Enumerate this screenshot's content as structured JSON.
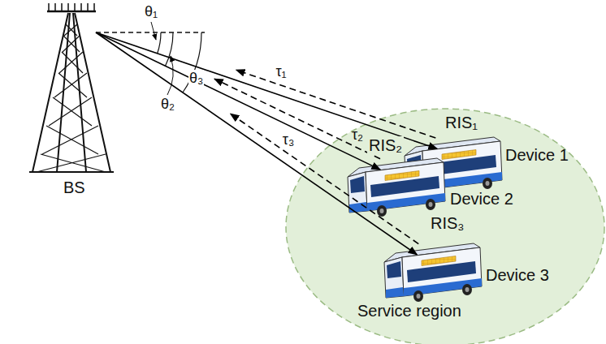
{
  "diagram": {
    "nodes": [
      {
        "text": [
          "BS"
        ]
      },
      {
        "text": [
          "Service region"
        ]
      },
      {
        "text": [
          "RIS₁",
          "Device 1"
        ],
        "in": 1
      },
      {
        "text": [
          "RIS₂",
          "Device 2"
        ],
        "in": 1
      },
      {
        "text": [
          "RIS₃",
          "Device 3"
        ],
        "in": 1
      }
    ],
    "edges": [
      {
        "from": 0,
        "to": 2,
        "arrow": "to"
      },
      {
        "from": 2,
        "to": 0,
        "arrow": "to",
        "label": "τ₁"
      },
      {
        "from": 0,
        "to": 3,
        "arrow": "to"
      },
      {
        "from": 3,
        "to": 0,
        "arrow": "to",
        "label": "τ₂"
      },
      {
        "from": 0,
        "to": 4,
        "arrow": "to"
      },
      {
        "from": 4,
        "to": 0,
        "arrow": "to",
        "label": "τ₃"
      }
    ],
    "labels": [
      "θ₁",
      "θ₂",
      "θ₃"
    ]
  }
}
